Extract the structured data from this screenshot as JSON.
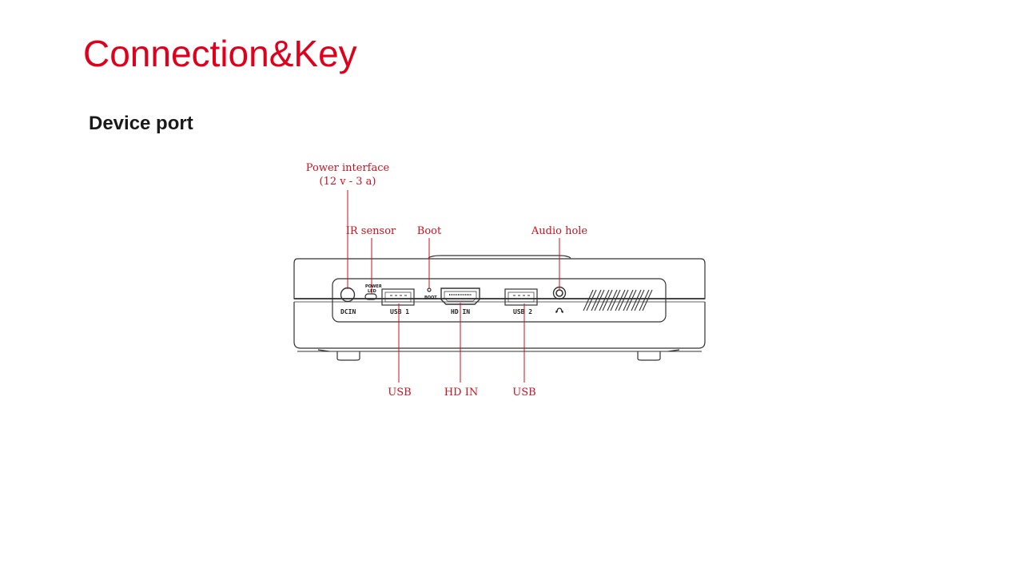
{
  "page": {
    "title": "Connection&Key",
    "subtitle": "Device port"
  },
  "callouts": {
    "power_line1": "Power interface",
    "power_line2": "(12 v - 3 a)",
    "ir_sensor": "IR sensor",
    "boot": "Boot",
    "audio_hole": "Audio hole",
    "usb_left": "USB",
    "hd_in": "HD IN",
    "usb_right": "USB"
  },
  "device_labels": {
    "dcin": "DCIN",
    "power_led_line1": "POWER",
    "power_led_line2": "LED",
    "boot_small": "BOOT",
    "usb1": "USB 1",
    "hdin": "HD IN",
    "usb2": "USB 2"
  },
  "colors": {
    "title": "#e0001b",
    "callout": "#d0101e",
    "line": "#333333"
  },
  "icons": {
    "headphone": "headphone-icon"
  }
}
